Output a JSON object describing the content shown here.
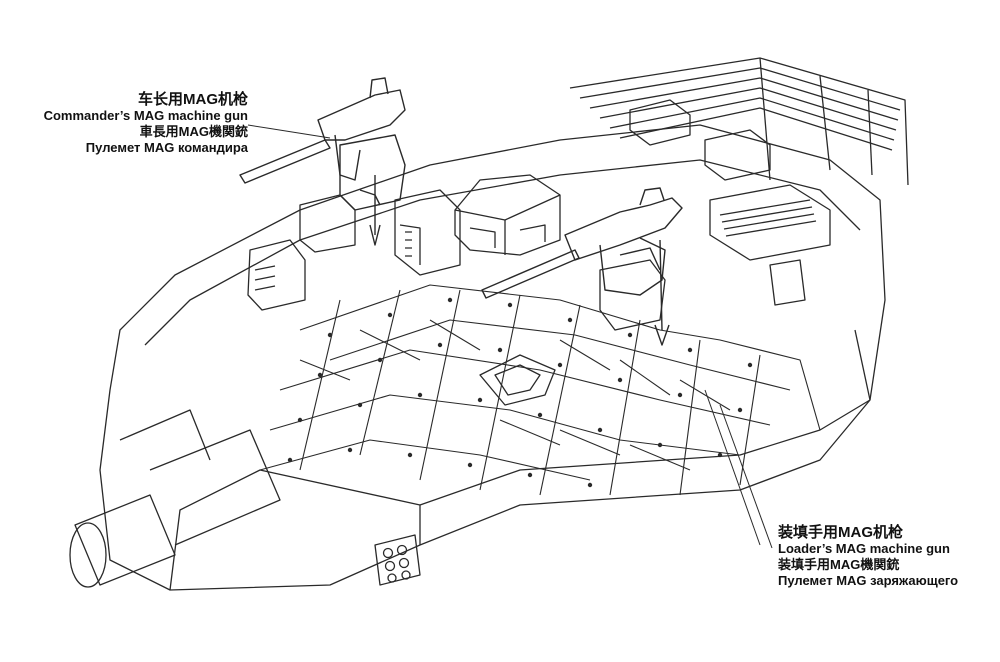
{
  "labels": {
    "commander": {
      "zh_simplified": "车长用MAG机枪",
      "en": "Commander’s MAG machine gun",
      "ja": "車長用MAG機関銃",
      "ru": "Пулемет MAG командира"
    },
    "loader": {
      "zh_simplified": "装填手用MAG机枪",
      "en": "Loader’s MAG machine gun",
      "ja": "装填手用MAG機関銃",
      "ru": "Пулемет MAG заряжающего"
    }
  },
  "colors": {
    "line": "#2a2a2a",
    "background": "#ffffff"
  }
}
